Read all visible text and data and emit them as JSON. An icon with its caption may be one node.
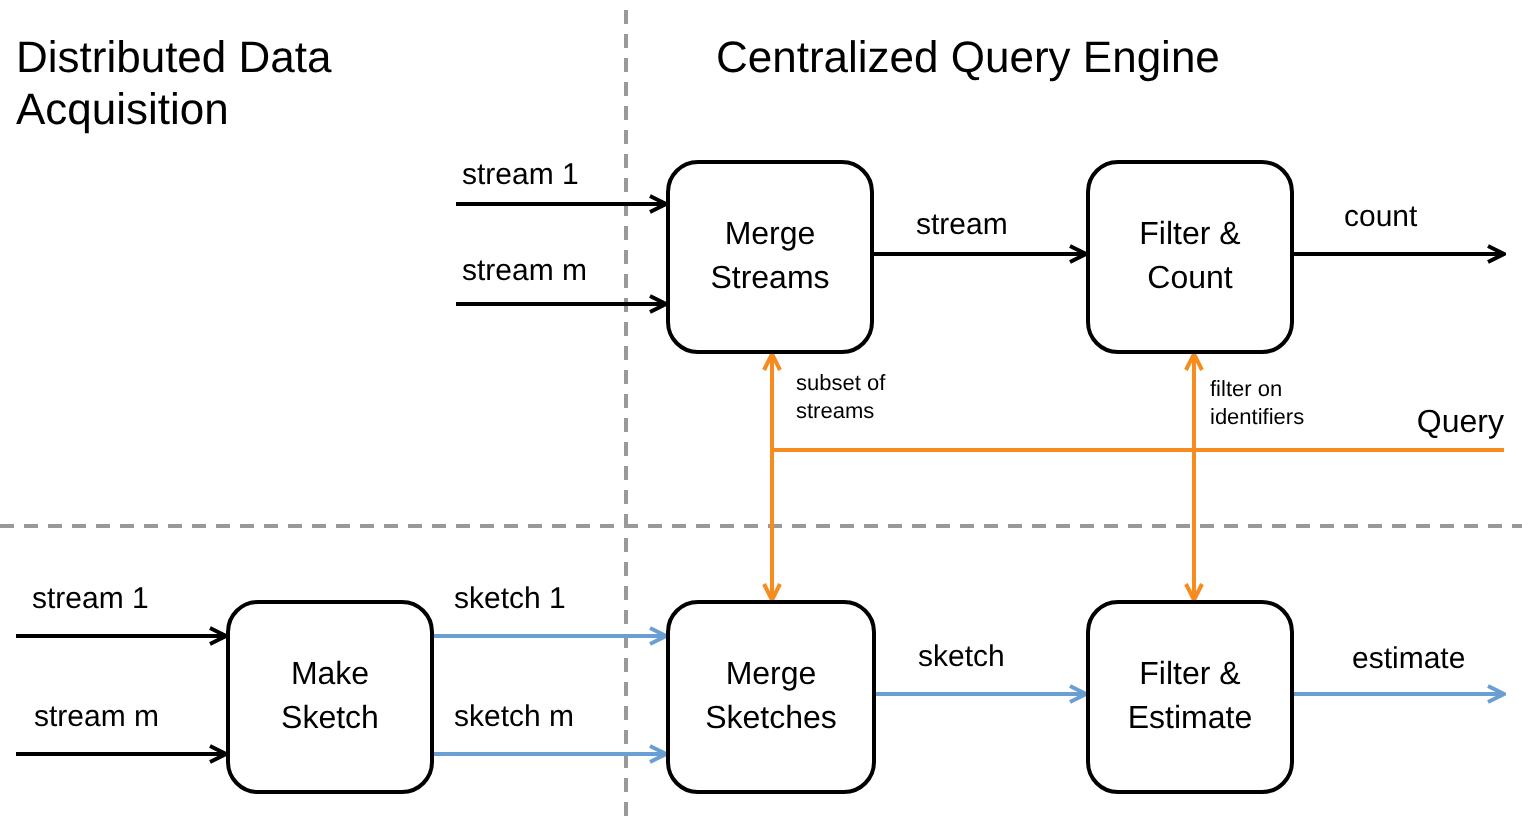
{
  "diagram": {
    "nodes": [
      {
        "text": [
          "Merge Streams"
        ]
      },
      {
        "text": [
          "Filter & Count"
        ]
      },
      {
        "text": [
          "Make Sketch"
        ]
      },
      {
        "text": [
          "Merge Sketches"
        ]
      },
      {
        "text": [
          "Filter & Estimate"
        ]
      },
      {
        "text": [
          "Query"
        ]
      }
    ],
    "edges": [
      {
        "from": null,
        "to": 0,
        "arrow": "to",
        "label": "stream 1"
      },
      {
        "from": null,
        "to": 0,
        "arrow": "to",
        "label": "stream m"
      },
      {
        "from": 0,
        "to": 1,
        "arrow": "to",
        "label": "stream"
      },
      {
        "from": 1,
        "to": null,
        "arrow": "to",
        "label": "count"
      },
      {
        "from": null,
        "to": 2,
        "arrow": "to",
        "label": "stream 1"
      },
      {
        "from": null,
        "to": 2,
        "arrow": "to",
        "label": "stream m"
      },
      {
        "from": 2,
        "to": 3,
        "arrow": "to",
        "label": "sketch 1",
        "color": "#6a9fd4"
      },
      {
        "from": 2,
        "to": 3,
        "arrow": "to",
        "label": "sketch m",
        "color": "#6a9fd4"
      },
      {
        "from": 3,
        "to": 4,
        "arrow": "to",
        "label": "sketch",
        "color": "#6a9fd4"
      },
      {
        "from": 4,
        "to": null,
        "arrow": "to",
        "label": "estimate",
        "color": "#6a9fd4"
      },
      {
        "from": 5,
        "to": 0,
        "arrow": "to",
        "label": "subset of streams",
        "color": "#f68b1f"
      },
      {
        "from": 5,
        "to": 3,
        "arrow": "to",
        "color": "#f68b1f"
      },
      {
        "from": 5,
        "to": 1,
        "arrow": "to",
        "label": "filter on identifiers",
        "color": "#f68b1f"
      },
      {
        "from": 5,
        "to": 4,
        "arrow": "to",
        "color": "#f68b1f"
      }
    ],
    "labels": [
      "Distributed Data Acquisition",
      "Centralized Query Engine"
    ]
  }
}
